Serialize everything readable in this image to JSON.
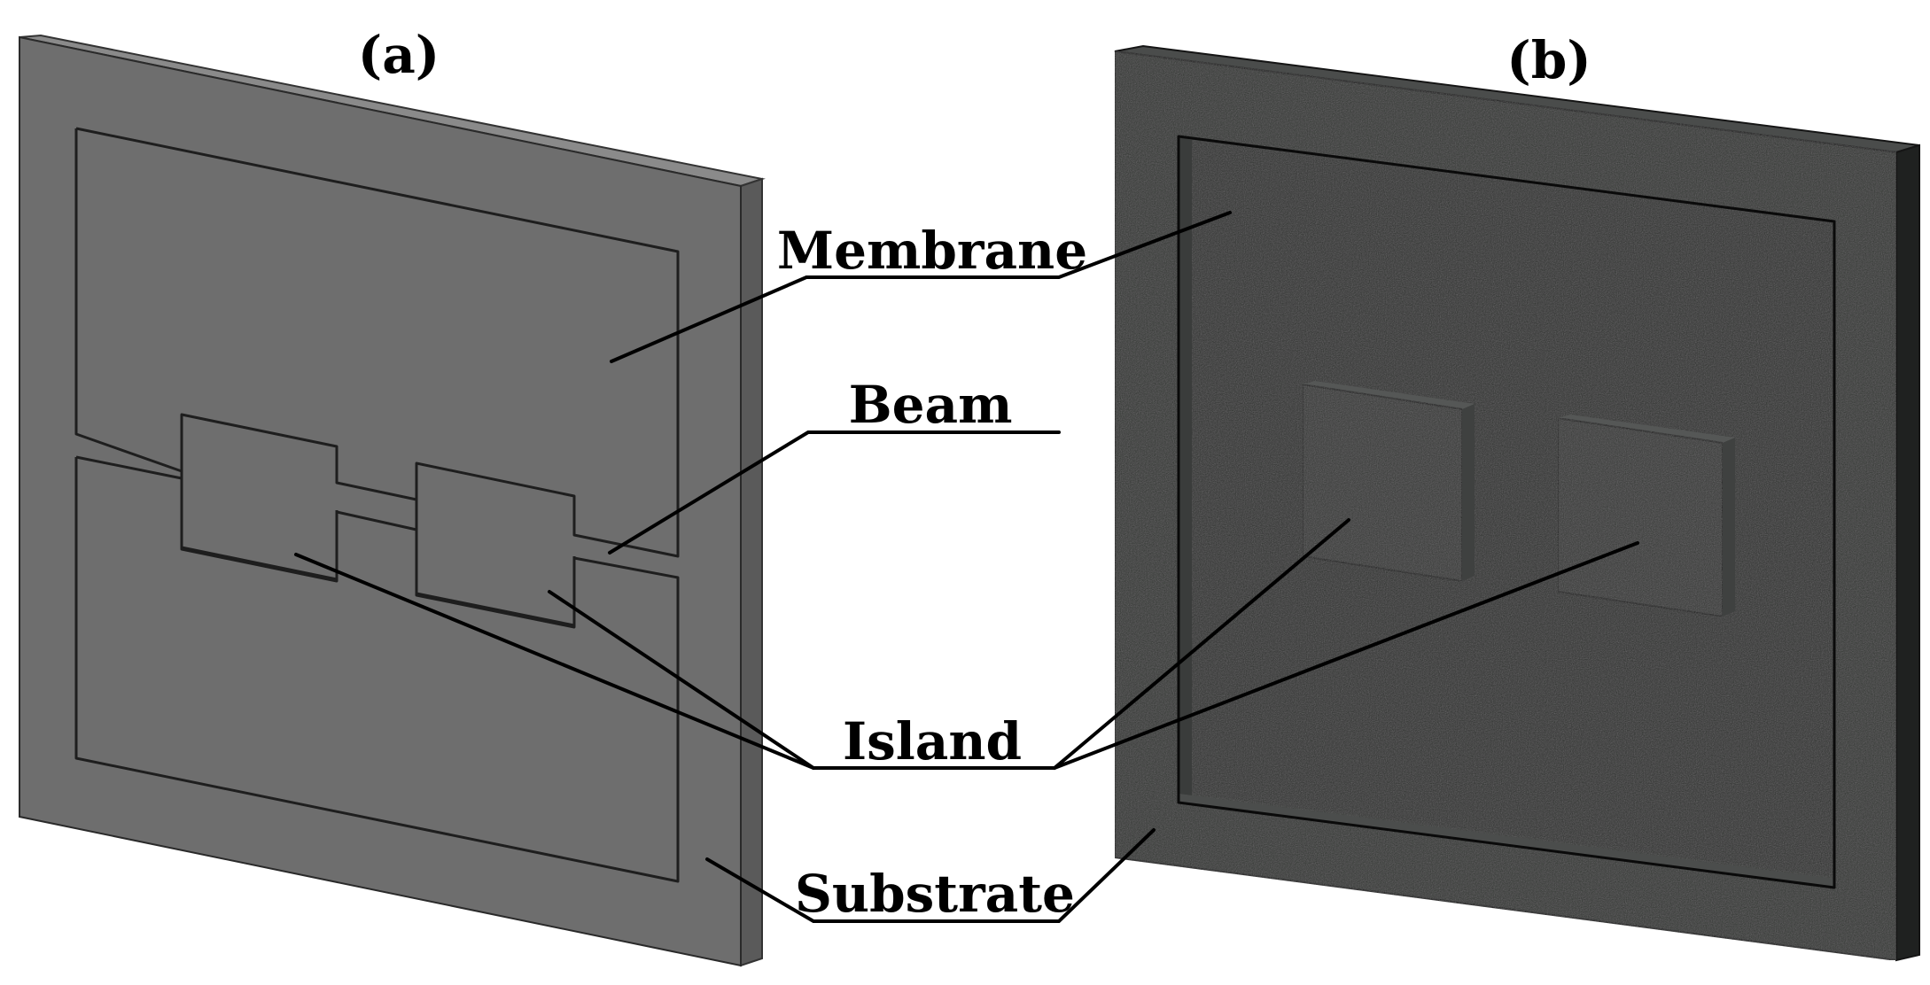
{
  "panels": {
    "a": {
      "label": "(a)"
    },
    "b": {
      "label": "(b)"
    }
  },
  "callouts": {
    "membrane": "Membrane",
    "beam": "Beam",
    "island": "Island",
    "substrate": "Substrate"
  },
  "colors": {
    "panel_a_face": "#6e6e6e",
    "panel_a_side": "#5a5a5a",
    "panel_a_top": "#8a8a8a",
    "panel_b_face": "#2f3130",
    "panel_b_side": "#1f2120",
    "panel_b_top": "#4a4c4b",
    "leader_line": "#000000"
  }
}
